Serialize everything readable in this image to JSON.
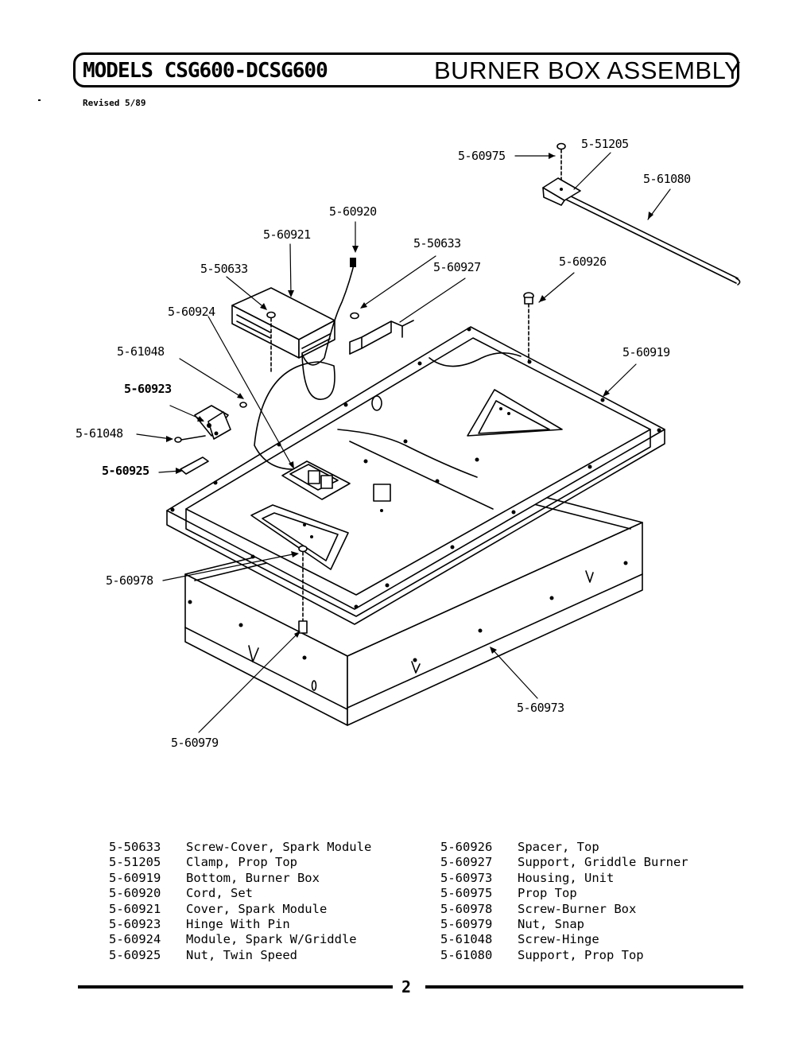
{
  "header": {
    "models": "MODELS CSG600-DCSG600",
    "title": "BURNER BOX ASSEMBLY",
    "revised": "Revised 5/89"
  },
  "callouts": {
    "c_60975": "5-60975",
    "c_51205": "5-51205",
    "c_61080": "5-61080",
    "c_60920": "5-60920",
    "c_60921": "5-60921",
    "c_50633_a": "5-50633",
    "c_50633_b": "5-50633",
    "c_60927": "5-60927",
    "c_60926": "5-60926",
    "c_60924": "5-60924",
    "c_61048_a": "5-61048",
    "c_60919": "5-60919",
    "c_60923": "5-60923",
    "c_61048_b": "5-61048",
    "c_60925": "5-60925",
    "c_60978": "5-60978",
    "c_60973": "5-60973",
    "c_60979": "5-60979"
  },
  "parts_list": {
    "left": [
      {
        "number": "5-50633",
        "description": "Screw-Cover, Spark Module"
      },
      {
        "number": "5-51205",
        "description": "Clamp, Prop Top"
      },
      {
        "number": "5-60919",
        "description": "Bottom, Burner Box"
      },
      {
        "number": "5-60920",
        "description": "Cord, Set"
      },
      {
        "number": "5-60921",
        "description": "Cover, Spark Module"
      },
      {
        "number": "5-60923",
        "description": "Hinge With Pin"
      },
      {
        "number": "5-60924",
        "description": "Module, Spark W/Griddle"
      },
      {
        "number": "5-60925",
        "description": "Nut, Twin Speed"
      }
    ],
    "right": [
      {
        "number": "5-60926",
        "description": "Spacer, Top"
      },
      {
        "number": "5-60927",
        "description": "Support, Griddle Burner"
      },
      {
        "number": "5-60973",
        "description": "Housing, Unit"
      },
      {
        "number": "5-60975",
        "description": "Prop Top"
      },
      {
        "number": "5-60978",
        "description": "Screw-Burner Box"
      },
      {
        "number": "5-60979",
        "description": "Nut, Snap"
      },
      {
        "number": "5-61048",
        "description": "Screw-Hinge"
      },
      {
        "number": "5-61080",
        "description": "Support, Prop Top"
      }
    ]
  },
  "footer": {
    "page": "2"
  }
}
